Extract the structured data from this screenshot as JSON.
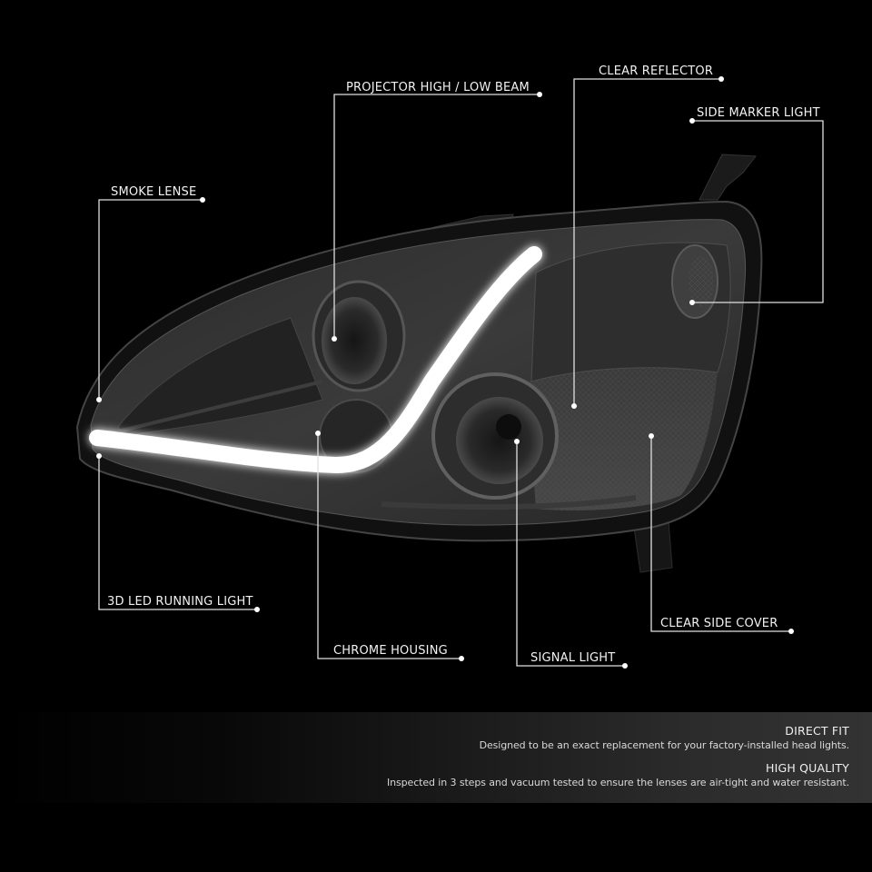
{
  "product_image": {
    "subject": "smoke lens projector headlight with 3D LED running light bar",
    "background_color": "#000000"
  },
  "callouts": [
    {
      "id": "projector",
      "label": "PROJECTOR HIGH / LOW BEAM"
    },
    {
      "id": "clear-reflector",
      "label": "CLEAR REFLECTOR"
    },
    {
      "id": "side-marker",
      "label": "SIDE MARKER LIGHT"
    },
    {
      "id": "smoke-lense",
      "label": "SMOKE LENSE"
    },
    {
      "id": "led-running",
      "label": "3D LED RUNNING LIGHT"
    },
    {
      "id": "chrome-housing",
      "label": "CHROME HOUSING"
    },
    {
      "id": "signal-light",
      "label": "SIGNAL LIGHT"
    },
    {
      "id": "clear-side-cover",
      "label": "CLEAR SIDE COVER"
    }
  ],
  "features": [
    {
      "title": "DIRECT FIT",
      "description": "Designed to be an exact replacement for your factory-installed head lights."
    },
    {
      "title": "HIGH QUALITY",
      "description": "Inspected in 3 steps and vacuum tested to ensure the lenses are air-tight and water resistant."
    }
  ],
  "colors": {
    "callout_line": "#e0e0e0",
    "label_text": "#f2f2f2",
    "led_glow": "#ffffff",
    "housing_dark": "#1a1a1a",
    "housing_mid": "#3a3a3a"
  }
}
